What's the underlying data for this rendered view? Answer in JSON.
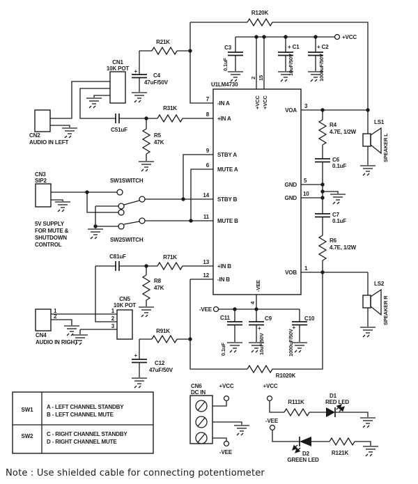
{
  "note": "Note : Use shielded cable for connecting potentiometer",
  "power_top": {
    "rail_label": "+VCC",
    "c3_ref": "C3",
    "c3_val": "0.1uF",
    "c1_ref": "+ C1",
    "c1_val": "10uF/50V",
    "c2_ref": "+ C2",
    "c2_val": "1000uF/50V"
  },
  "power_bottom": {
    "rail_label": "-VEE",
    "c11_ref": "C11",
    "c11_val": "0.1uF",
    "c9_ref": "C9",
    "c9_plus": "+",
    "c9_val": "10uF/50V",
    "c10_ref": "C10",
    "c10_plus": "+",
    "c10_val": "1000uF/50V"
  },
  "feedback": {
    "r1": "R120K",
    "r10": "R1020K"
  },
  "ic": {
    "ref": "U1LM4730",
    "pin2": "2",
    "pin15": "15",
    "vcc_a": "+VCC",
    "vcc_b": "+VCC",
    "pin4": "4",
    "vee": "-VEE",
    "pin7": "7",
    "pin7_name": "-IN A",
    "pin8": "8",
    "pin8_name": "+IN A",
    "pin9": "9",
    "pin9_name": "STBY A",
    "pin6": "6",
    "pin6_name": "MUTE A",
    "pin14": "14",
    "pin14_name": "STBY B",
    "pin11": "11",
    "pin11_name": "MUTE B",
    "pin13": "13",
    "pin13_name": "+IN B",
    "pin12": "12",
    "pin12_name": "-IN B",
    "pin3": "3",
    "pin3_name": "VOA",
    "pin5": "5",
    "pin5_name": "GND",
    "pin10": "10",
    "pin10_name": "GND",
    "pin1": "1",
    "pin1_name": "VOB"
  },
  "left_in": {
    "cn1_ref": "CN1",
    "cn1_type": "10K POT",
    "cn2_ref": "CN2",
    "cn2_desc": "AUDIO IN LEFT",
    "c4_plus": "+",
    "c4_ref": "C4",
    "c4_val": "47uF/50V",
    "c5": "C51uF",
    "r2": "R21K",
    "r3": "R31K",
    "r5_ref": "R5",
    "r5_val": "47K"
  },
  "ctrl": {
    "cn3_ref": "CN3",
    "cn3_type": "SIP2",
    "sw1": "SW1SWITCH",
    "sw2": "SW2SWITCH",
    "desc1": "5V SUPPLY",
    "desc2": "FOR MUTE &",
    "desc3": "SHUTDOWN",
    "desc4": "CONTROL"
  },
  "right_in": {
    "cn4_ref": "CN4",
    "cn4_desc": "AUDIO IN RIGHT",
    "cn4_p1": "1",
    "cn4_p2": "2",
    "cn5_ref": "CN5",
    "cn5_type": "10K POT",
    "cn5_p1": "1",
    "cn5_p2": "2",
    "cn5_p3": "3",
    "c8": "C81uF",
    "r7": "R71K",
    "r8_ref": "R8",
    "r8_val": "47K",
    "r9": "R91K",
    "c12_plus": "+",
    "c12_ref": "C12",
    "c12_val": "47uF/50V"
  },
  "out_left": {
    "r4_ref": "R4",
    "r4_val": "4.7E, 1/2W",
    "c6_ref": "C6",
    "c6_val": "0.1uF",
    "ls1_ref": "LS1",
    "ls1_name": "SPEAKER L"
  },
  "out_right": {
    "c7_ref": "C7",
    "c7_val": "0.1uF",
    "r6_ref": "R6",
    "r6_val": "4.7E, 1/2W",
    "ls2_ref": "LS2",
    "ls2_name": "SPEAKER R"
  },
  "dc_in": {
    "cn6_ref": "CN6",
    "cn6_type": "DC IN",
    "vcc": "+VCC",
    "vee": "-VEE"
  },
  "leds": {
    "vcc": "+VCC",
    "r11": "R111K",
    "d1_ref": "D1",
    "d1_name": "RED LED",
    "vee": "-VEE",
    "d2_ref": "D2",
    "d2_name": "GREEN LED",
    "r12": "R121K"
  },
  "table": {
    "rows": [
      {
        "sw": "SW1",
        "line1": "A - LEFT CHANNEL STANDBY",
        "line2": "B - LEFT CHANNEL MUTE"
      },
      {
        "sw": "SW2",
        "line1": "C - RIGHT CHANNEL STANDBY",
        "line2": "D - RIGHT CHANNEL MUTE"
      }
    ]
  }
}
